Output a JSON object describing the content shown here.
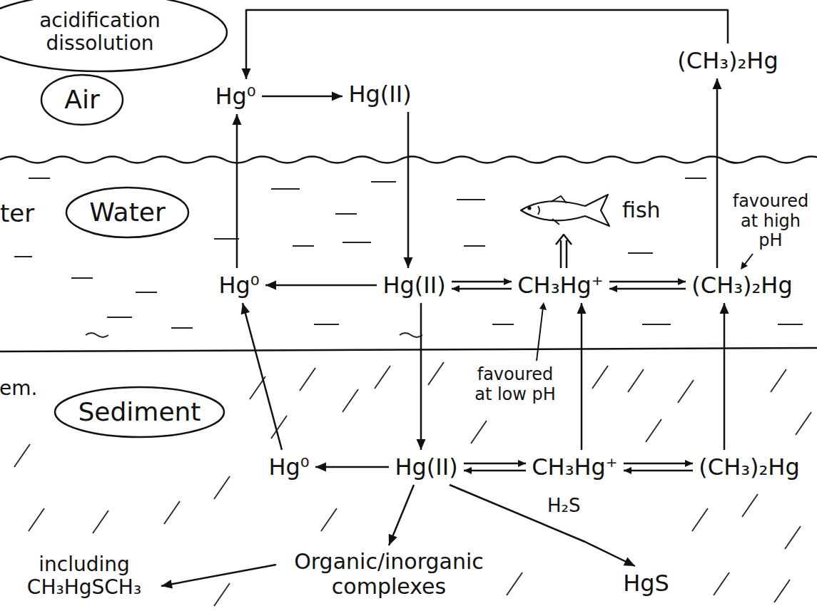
{
  "diagram": {
    "nodes": [
      {
        "text": [
          "acidification dissolution"
        ]
      },
      {
        "text": [
          "Air"
        ]
      },
      {
        "text": [
          "Hg⁰"
        ]
      },
      {
        "text": [
          "Hg(II)"
        ]
      },
      {
        "text": [
          "(CH₃)₂Hg"
        ]
      },
      {
        "text": [
          "Water"
        ]
      },
      {
        "text": [
          "fish"
        ]
      },
      {
        "text": [
          "Hg⁰"
        ]
      },
      {
        "text": [
          "Hg(II)"
        ]
      },
      {
        "text": [
          "CH₃Hg⁺"
        ]
      },
      {
        "text": [
          "(CH₃)₂Hg"
        ]
      },
      {
        "text": [
          "Sediment"
        ]
      },
      {
        "text": [
          "Hg⁰"
        ]
      },
      {
        "text": [
          "Hg(II)"
        ]
      },
      {
        "text": [
          "CH₃Hg⁺"
        ]
      },
      {
        "text": [
          "(CH₃)₂Hg"
        ]
      },
      {
        "text": [
          "Organic/inorganic complexes"
        ]
      },
      {
        "text": [
          "HgS"
        ]
      },
      {
        "text": [
          "including CH₃HgSCH₃"
        ]
      }
    ],
    "edges": [
      {
        "from": 2,
        "to": 3,
        "arrow": "to"
      },
      {
        "from": 3,
        "to": 8,
        "arrow": "to"
      },
      {
        "from": 8,
        "to": 7,
        "arrow": "to"
      },
      {
        "from": 7,
        "to": 2,
        "arrow": "to"
      },
      {
        "from": 8,
        "to": 9,
        "arrow": "both"
      },
      {
        "from": 9,
        "to": 10,
        "arrow": "both"
      },
      {
        "from": 9,
        "to": 6,
        "arrow": "to"
      },
      {
        "from": 10,
        "to": 4,
        "arrow": "to"
      },
      {
        "from": 4,
        "to": 2,
        "arrow": "to"
      },
      {
        "from": 8,
        "to": 13,
        "arrow": "to"
      },
      {
        "from": 12,
        "to": 7,
        "arrow": "to"
      },
      {
        "from": 14,
        "to": 9,
        "arrow": "to"
      },
      {
        "from": 15,
        "to": 10,
        "arrow": "to"
      },
      {
        "from": 13,
        "to": 12,
        "arrow": "to"
      },
      {
        "from": 13,
        "to": 14,
        "arrow": "both"
      },
      {
        "from": 14,
        "to": 15,
        "arrow": "both"
      },
      {
        "from": 13,
        "to": 16,
        "arrow": "to"
      },
      {
        "from": 13,
        "to": 17,
        "label": "H₂S",
        "arrow": "to"
      },
      {
        "from": 16,
        "to": 18,
        "arrow": "to"
      }
    ],
    "labels": [
      "favoured at high pH",
      "favoured at low pH",
      "ter",
      "em."
    ]
  }
}
